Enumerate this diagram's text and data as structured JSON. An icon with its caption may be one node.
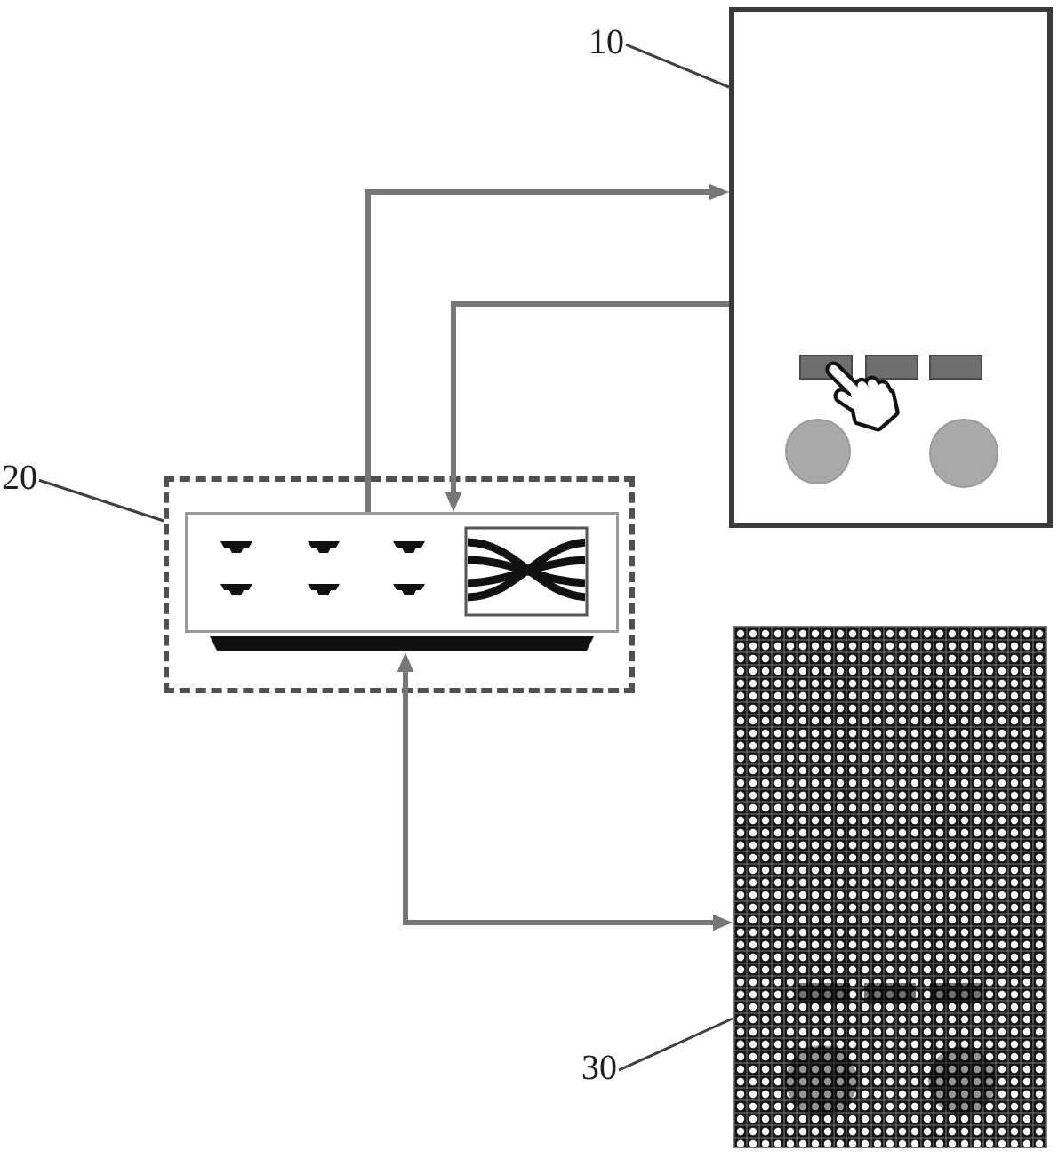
{
  "diagram": {
    "nodes": [
      {
        "text": [
          "10"
        ]
      },
      {
        "text": [],
        "shape": "picture"
      },
      {
        "text": [
          "20"
        ]
      },
      {
        "text": [],
        "shape": "box"
      },
      {
        "text": [],
        "shape": "picture",
        "in": 3
      },
      {
        "text": [
          "30"
        ]
      },
      {
        "text": [],
        "shape": "picture"
      }
    ],
    "edges": [
      {
        "from": 0,
        "to": 1,
        "arrow": "none"
      },
      {
        "from": 4,
        "to": 1,
        "arrow": "to",
        "style": "thick",
        "color": "#777777"
      },
      {
        "from": 1,
        "to": 4,
        "arrow": "to",
        "style": "thick",
        "color": "#777777"
      },
      {
        "from": 2,
        "to": 3,
        "arrow": "none"
      },
      {
        "from": 4,
        "to": 6,
        "arrow": "both",
        "style": "thick",
        "color": "#777777"
      },
      {
        "from": 5,
        "to": 6,
        "arrow": "none"
      }
    ]
  }
}
